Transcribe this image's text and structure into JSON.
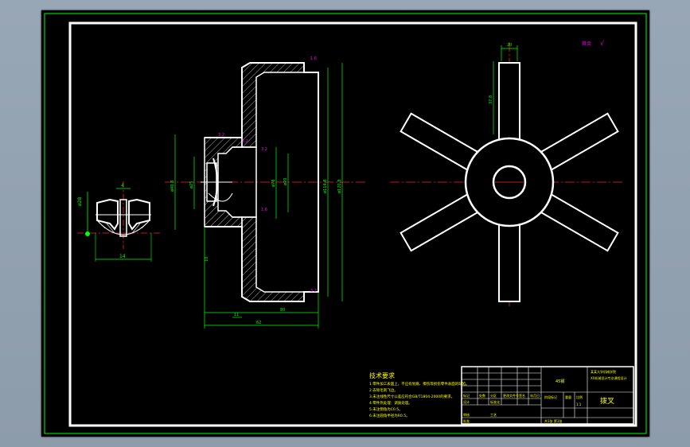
{
  "colors": {
    "background": "#000000",
    "outline": "#ffffff",
    "dimension": "#00ff00",
    "centerline": "#ff2020",
    "hatch": "#ffffff",
    "text": "#ffff00",
    "roughness": "#ff00ff",
    "frame_outer": "#00ff00",
    "title_block_text": "#ffff00"
  },
  "drawing": {
    "roughness_note": "其余",
    "dims": {
      "left_vertical": "ø28",
      "left_bottom": "14",
      "left_top": "4",
      "main_d1": "ø40.8",
      "main_d2": "ø25",
      "main_d3": "ø78",
      "main_d4": "ø20",
      "main_d5": "ø114.8",
      "main_d6": "ø120.8",
      "main_lower_1": "10",
      "main_lower_2": "11",
      "main_lower_3": "80",
      "main_lower_4": "62",
      "right_top": "20",
      "right_side": "37.8"
    },
    "roughness_marks": [
      "3.2",
      "3.2",
      "3.2",
      "1.6",
      "1.6",
      "3.2"
    ]
  },
  "notes": {
    "heading": "技术要求",
    "lines": [
      "1.零件加工表面上，不应有划痕、擦伤等损伤零件表面的缺陷。",
      "2.去除毛刺飞边。",
      "3.未注线性尺寸公差应符合GB/T1804-2000的要求。",
      "4.零件热处理：调质处理。",
      "5.未注倒角为C0.5。",
      "6.未注圆角半径为R0.5。"
    ]
  },
  "title_block": {
    "school": "某某大学机械学院",
    "project": "XX机械设计专业课程设计",
    "part_name": "拨叉",
    "material": "45钢",
    "scale": "1:1",
    "sheet": "共1张 第1张",
    "cells": [
      "标记",
      "处数",
      "分区",
      "更改文件号",
      "签名",
      "年月日",
      "设计",
      "标准化",
      "审核",
      "工艺",
      "批准",
      "阶段标记",
      "重量",
      "比例"
    ]
  }
}
